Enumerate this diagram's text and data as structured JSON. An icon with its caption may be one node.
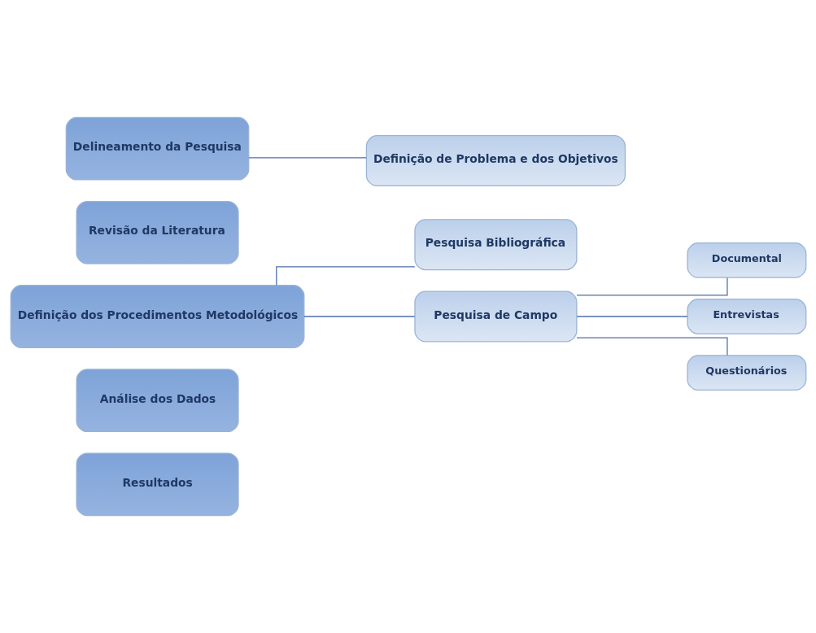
{
  "diagram": {
    "nodes": [
      {
        "text": [
          "Delineamento da Pesquisa"
        ]
      },
      {
        "text": [
          "Definição de Problema e dos Objetivos"
        ]
      },
      {
        "text": [
          "Revisão da Literatura"
        ]
      },
      {
        "text": [
          "Definição dos Procedimentos Metodológicos"
        ]
      },
      {
        "text": [
          "Pesquisa Bibliográfica"
        ]
      },
      {
        "text": [
          "Pesquisa de Campo"
        ]
      },
      {
        "text": [
          "Documental"
        ]
      },
      {
        "text": [
          "Entrevistas"
        ]
      },
      {
        "text": [
          "Questionários"
        ]
      },
      {
        "text": [
          "Análise dos Dados"
        ]
      },
      {
        "text": [
          "Resultados"
        ]
      }
    ],
    "edges": [
      {
        "from": 0,
        "to": 1,
        "arrow": "none"
      },
      {
        "from": 3,
        "to": 4,
        "arrow": "none"
      },
      {
        "from": 3,
        "to": 5,
        "arrow": "none"
      },
      {
        "from": 5,
        "to": 6,
        "arrow": "none"
      },
      {
        "from": 5,
        "to": 7,
        "arrow": "none"
      },
      {
        "from": 5,
        "to": 8,
        "arrow": "none"
      }
    ]
  }
}
